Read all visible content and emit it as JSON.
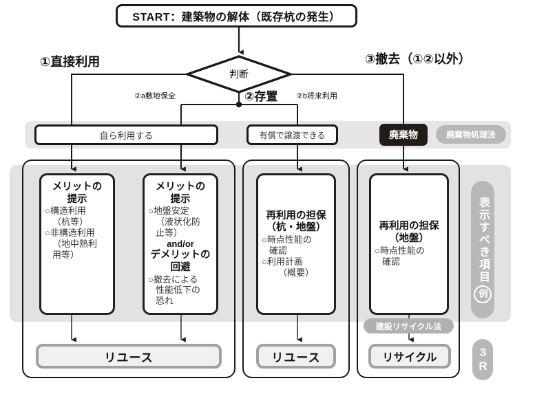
{
  "start": {
    "label": "START：建築物の解体（既存杭の発生）"
  },
  "decision": {
    "label": "判断"
  },
  "branches": {
    "direct_use": "①直接利用",
    "removal": "③撤去（①②以外）",
    "storage": "②存置",
    "sub_a": "②a敷地保全",
    "sub_b": "②b将来利用"
  },
  "options": {
    "self_use": "自ら利用する",
    "paid_transfer": "有償で譲渡できる",
    "waste_chip": "廃棄物",
    "waste_law_chip": "廃棄物処理法"
  },
  "cards": [
    {
      "heading_line1": "メリットの",
      "heading_line2": "提示",
      "items": [
        "○構造利用",
        "（杭等）",
        "○非構造利用",
        "（地中熱利",
        "用等）"
      ]
    },
    {
      "heading_line1": "メリットの",
      "heading_line2": "提示",
      "items": [
        "○地盤安定",
        "（液状化防",
        "止等）"
      ],
      "connector": "and/or",
      "heading2_line1": "デメリットの",
      "heading2_line2": "回避",
      "items2": [
        "○撤去による",
        "性能低下の",
        "恐れ"
      ]
    },
    {
      "heading_line1": "再利用の担保",
      "heading_line2": "（杭・地盤）",
      "items": [
        "○時点性能の",
        "確認",
        "○利用計画",
        "（概要）"
      ]
    },
    {
      "heading_line1": "再利用の担保",
      "heading_line2": "（地盤）",
      "items": [
        "○時点性能の",
        "確認"
      ]
    }
  ],
  "results": {
    "reuse_left": "リユース",
    "reuse_mid": "リユース",
    "recycle": "リサイクル",
    "construction_recycle_law": "建設リサイクル法"
  },
  "side_labels": {
    "display_items": "表示すべき項目",
    "display_items_paren": "例",
    "three_r": "3R"
  },
  "colors": {
    "stroke_dark": "#1a1a1a",
    "chip_dark": "#221c18",
    "chip_gray": "#b8b8b8",
    "band_gray": "#e6e6e6",
    "panel_gray": "#e2e2e2",
    "pill_border": "#a0a0a0",
    "pill_fill": "#f0f0f0"
  }
}
